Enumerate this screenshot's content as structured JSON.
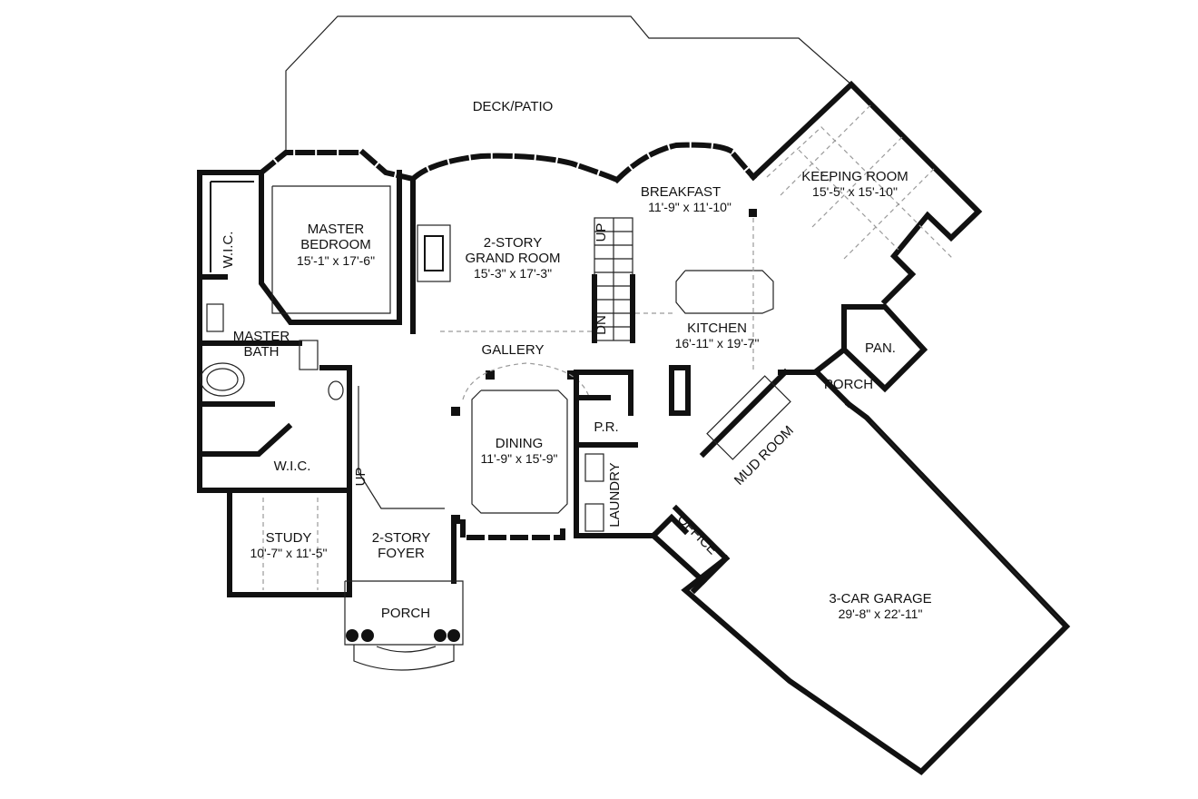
{
  "rooms": {
    "deck": {
      "name": "DECK/PATIO"
    },
    "master_bedroom": {
      "name1": "MASTER",
      "name2": "BEDROOM",
      "dims": "15'-1\" x 17'-6\""
    },
    "grand_room": {
      "name1": "2-STORY",
      "name2": "GRAND ROOM",
      "dims": "15'-3\" x 17'-3\""
    },
    "breakfast": {
      "name": "BREAKFAST",
      "dims": "11'-9\" x 11'-10\""
    },
    "keeping_room": {
      "name": "KEEPING ROOM",
      "dims": "15'-5\" x 15'-10\""
    },
    "wic_top": {
      "name": "W.I.C."
    },
    "master_bath": {
      "name1": "MASTER",
      "name2": "BATH"
    },
    "wic_bottom": {
      "name": "W.I.C."
    },
    "gallery": {
      "name": "GALLERY"
    },
    "kitchen": {
      "name": "KITCHEN",
      "dims": "16'-11\" x 19'-7\""
    },
    "pantry": {
      "name": "PAN."
    },
    "porch_rear": {
      "name": "PORCH"
    },
    "powder_room": {
      "name": "P.R."
    },
    "dining": {
      "name": "DINING",
      "dims": "11'-9\" x 15'-9\""
    },
    "laundry": {
      "name": "LAUNDRY"
    },
    "mud_room": {
      "name": "MUD ROOM"
    },
    "office": {
      "name": "OFFICE"
    },
    "study": {
      "name": "STUDY",
      "dims": "10'-7\" x 11'-5\""
    },
    "foyer": {
      "name1": "2-STORY",
      "name2": "FOYER"
    },
    "porch_front": {
      "name": "PORCH"
    },
    "garage": {
      "name": "3-CAR GARAGE",
      "dims": "29'-8\" x 22'-11\""
    }
  },
  "stairs": {
    "up_main": "UP",
    "down_main": "DN",
    "up_foyer": "UP"
  }
}
